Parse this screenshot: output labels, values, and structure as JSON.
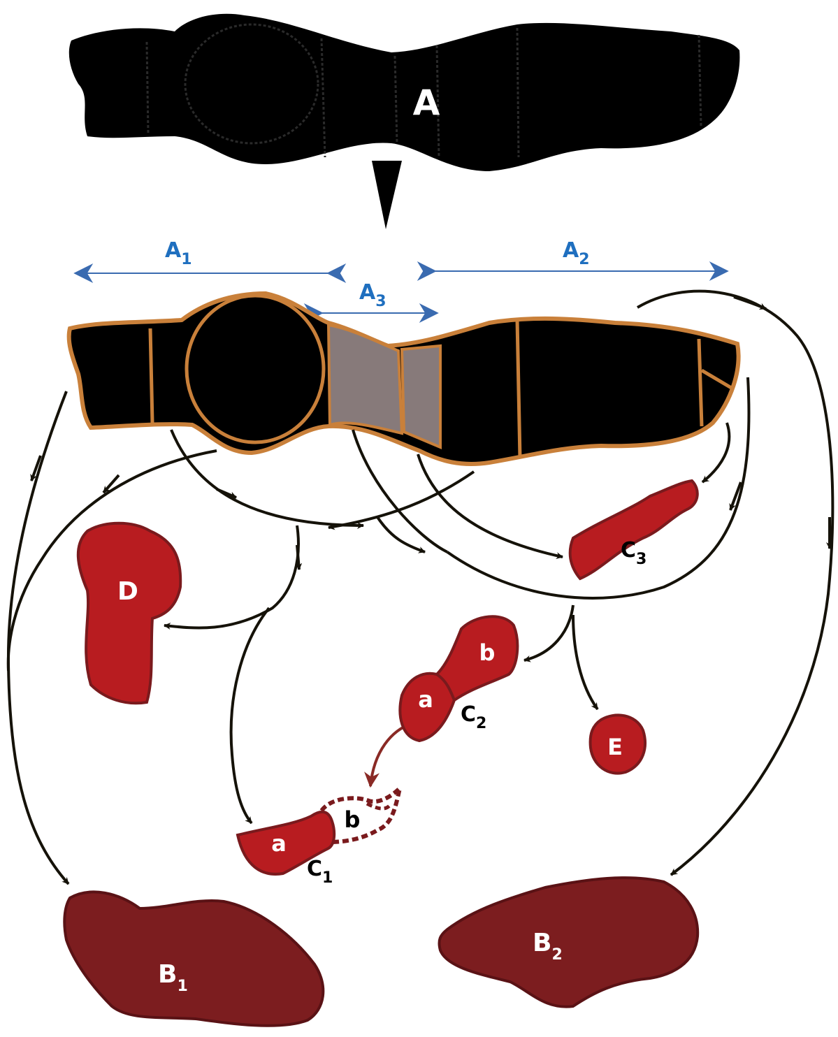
{
  "colors": {
    "black_shape": "#000000",
    "outline_orange": "#c9803a",
    "middle_gray": "#877a7a",
    "red_piece": "#b81c20",
    "red_outline": "#7a1a1d",
    "dark_red_piece": "#7c1d1f",
    "blue_arrow": "#3a6bb0",
    "blue_text": "#1f6fbf",
    "flow_arrow": "#151209",
    "red_arrow": "#8a2a25"
  },
  "labels": {
    "A": "A",
    "A1": {
      "main": "A",
      "sub": "1"
    },
    "A2": {
      "main": "A",
      "sub": "2"
    },
    "A3": {
      "main": "A",
      "sub": "3"
    },
    "B1": {
      "main": "B",
      "sub": "1"
    },
    "B2": {
      "main": "B",
      "sub": "2"
    },
    "C1": {
      "main": "C",
      "sub": "1"
    },
    "C2": {
      "main": "C",
      "sub": "2"
    },
    "C3": {
      "main": "C",
      "sub": "3"
    },
    "C1_a": "a",
    "C1_b": "b",
    "C2_a": "a",
    "C2_b": "b",
    "D": "D",
    "E": "E"
  }
}
